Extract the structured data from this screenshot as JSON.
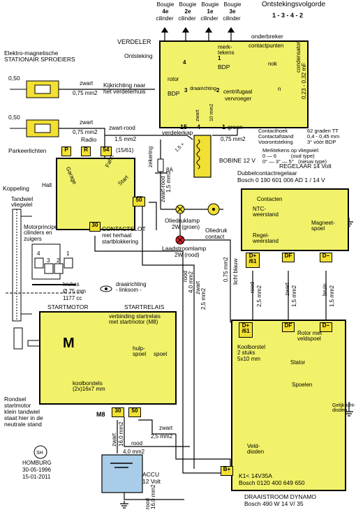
{
  "colors": {
    "yellow": "#f2f26a",
    "terminal": "#f2e032",
    "battery": "#a9cde8",
    "lampRed": "#e02020",
    "lampYellow": "#f2e032"
  },
  "header": {
    "firing_order_title": "Ontstekingsvolgorde",
    "firing_order": "1 - 3 - 4 - 2",
    "plugs": [
      {
        "num": "4e",
        "word": "Bougie",
        "cyl": "cilinder"
      },
      {
        "num": "2e",
        "word": "Bougie",
        "cyl": "cilinder"
      },
      {
        "num": "1e",
        "word": "Bougie",
        "cyl": "cilinder"
      },
      {
        "num": "3e",
        "word": "Bougie",
        "cyl": "cilinder"
      }
    ]
  },
  "distributor": {
    "title": "VERDELER",
    "ignition": "Ontsteking",
    "interrupter": "onderbreker",
    "marks": "merk-\ntekens",
    "contact_points": "contactpunten",
    "cam": "nok",
    "bdp1": "BDP",
    "bdp3": "BDP",
    "rotor": "rotor",
    "rotation": "draairichting",
    "condenser": "condensator",
    "condenser_value": "0,23 - 0,32 mF",
    "centrifugal": "centrifugaal",
    "advance": "vervroeger",
    "n": "n",
    "cap": "verdelerkap",
    "cyl_labels": [
      "4",
      "1",
      "3",
      "2"
    ],
    "view_dir": "Kijkrichting naar\nhet verdelerhuis"
  },
  "specs": {
    "lines": [
      "Contacthoek",
      "Contactafstand",
      "Voorontsteking"
    ],
    "values": [
      "62 graden TT",
      "0,4 - 0,45 mm",
      "3° vóór BDP"
    ],
    "flywheel_title": "Merktekens op vliegwiel:",
    "flywheel_old": "0 — 6          (oud type)",
    "flywheel_new": "0° — 3° — 5°   (nieuw type)"
  },
  "sprayers": {
    "title": "Elektro-magnetische\nSTATIONAIR SPROEIERS",
    "v1": "0,50",
    "v2": "0,50",
    "wire1": "zwart",
    "wire1_size": "0,75 mm2",
    "wire2": "zwart",
    "wire2_size": "0,75 mm2",
    "park": "Parkeerlichten"
  },
  "coil": {
    "title": "BOBINE 12 V",
    "t15": "15",
    "t1": "1",
    "t4": "4",
    "wire_in": "zwart-rood",
    "wire_in_size": "1,5 mm2",
    "wire_out": "groen",
    "wire_out_size": "0,75 mm2",
    "fuse": "zekering",
    "fuse_val": "8A",
    "ign_wire": "zwart",
    "ign_wire_size": "10 mm2",
    "plus": "1,5 +"
  },
  "switch": {
    "terms": [
      "P",
      "R",
      "54",
      "30",
      "50"
    ],
    "t54_alt": "(15/61)",
    "radio": "Radio",
    "garage": "Garage",
    "drive": "Fahrt",
    "start": "Start",
    "halt": "Halt",
    "title": "CONTACTSLOT",
    "sub1": "met herhaal",
    "sub2": "startblokkering"
  },
  "lamps": {
    "oil_lamp": "Oliedruklamp",
    "oil_lamp_sub": "2W (groen)",
    "oil_contact": "Oliedruk\ncontact",
    "charge_lamp": "Laadstroomlamp",
    "charge_lamp_sub": "2W (rood)",
    "wire_zr": "zwart-rood",
    "wire_zr_size": "1,5 mm2",
    "wire_lb": "licht blauw",
    "wire_lb_size": "0,75 mm2"
  },
  "regulator": {
    "title": "REGELAAR 14 Volt",
    "sub1": "Dubbelcontactregelaar",
    "sub2": "Bosch 0 190 601 006  AD 1 / 14 V",
    "contacts": "Contacten",
    "ntc": "NTC-\nweerstand",
    "coil": "Magneet-\nspoel",
    "reg_res": "Regel-\nweerstand",
    "terms": [
      "D+\n/61",
      "DF",
      "D−"
    ]
  },
  "flywheel": {
    "coupling": "Koppeling",
    "pinion": "Tandwiel\nvliegwiel",
    "principle": "Motorprincipe\ncilinders en\nzuigers",
    "cyl_nums": [
      "4",
      "3",
      "2",
      "1"
    ],
    "crank": "krukas",
    "crank_size": "Ø 75 mm",
    "crank_val": "1177 cc",
    "rotation": "draairichting\n- linksom -"
  },
  "starter": {
    "motor_title": "STARTMOTOR",
    "relay_title": "STARTRELAIS",
    "m": "M",
    "conn": "verbinding startrelais\nmet startmotor (M8)",
    "hold": "hulp-\nspoel",
    "spool": "spoel",
    "brushes": "koolborstels\n(2x)16x7 mm",
    "m8": "M8",
    "t30": "30",
    "t50": "50",
    "rondsel": "Rondsel\nstartmotor\nklein tandwiel\nstaat hier in de\nneutrale stand"
  },
  "wires": {
    "rood": "rood",
    "rood_size": "4,0 mm2",
    "zwart": "zwart",
    "zwart_size": "2,5 mm2",
    "zwart2": "zwart",
    "zwart2_size": "2,5 mm2",
    "rood2": "rood",
    "rood2_size": "4,0 mm2",
    "zwart16": "zwart",
    "zwart16_size": "16,0 mm2",
    "rood16": "rood",
    "rood16_size": "16,0 mm2",
    "reg_rood": "rood",
    "reg_rood_size": "2,5 mm2",
    "reg_zwart": "zwart",
    "reg_zwart_size": "1,5 mm2",
    "reg_bruin": "bruin",
    "reg_bruin_size": "1,5 mm2"
  },
  "battery": {
    "title": "ACCU",
    "volt": "12 Volt"
  },
  "dynamo": {
    "title": "DRAAISTROOM  DYNAMO",
    "sub": "Bosch 490 W 14 V/ 35",
    "brushes": "Koolborstel\n2 stuks\n5x10 mm",
    "rotor": "Rotor met\nveldspoel",
    "stator": "Stator",
    "coils": "Spoelen",
    "diodes": "Gelijkricht-\ndioden",
    "field_diodes": "Veld-\ndioden",
    "k1": "K1< 14V35A",
    "part": "Bosch 0120 400 649 650",
    "terms": [
      "D+\n/61",
      "DF",
      "D−"
    ],
    "bplus": "B+"
  },
  "footer": {
    "brand": "HOMBURG",
    "date1": "30-05-1996",
    "date2": "15-01-2011"
  }
}
